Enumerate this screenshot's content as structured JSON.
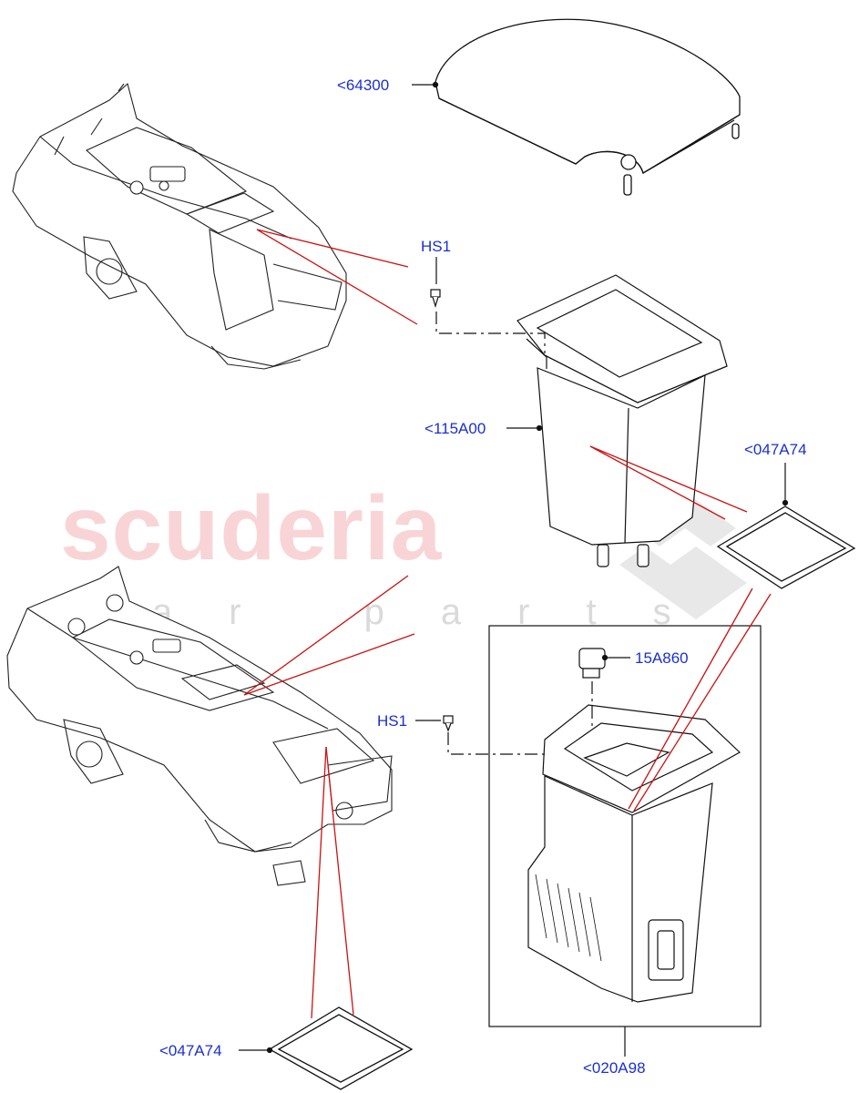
{
  "watermark": {
    "brand": "scuderia",
    "tagline": "car parts"
  },
  "callouts": {
    "armrest_lid": "<64300",
    "screw_upper": "HS1",
    "bin_upper": "<115A00",
    "mat_upper": "<047A74",
    "switch": "15A860",
    "screw_lower": "HS1",
    "mat_lower": "<047A74",
    "cooler_assembly": "<020A98"
  },
  "colors": {
    "callout_text": "#1a2fd6",
    "leader_lines": "#cc1111",
    "outline": "#111111"
  }
}
